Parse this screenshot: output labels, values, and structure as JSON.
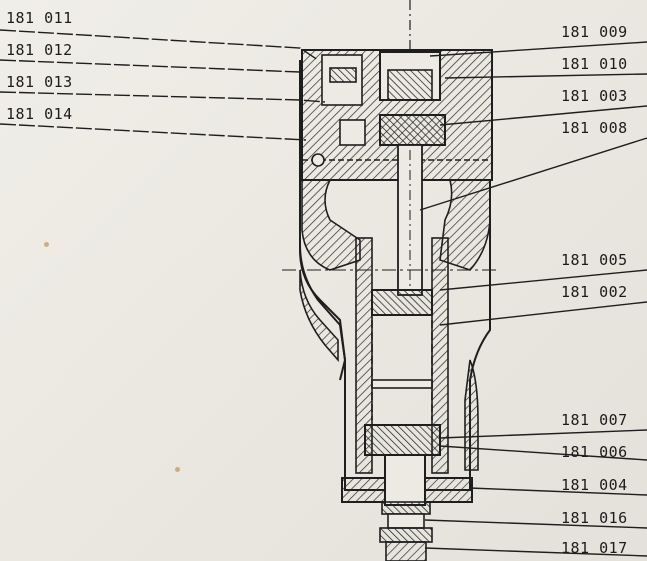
{
  "diagram": {
    "labels_left": [
      {
        "id": "l-011",
        "text": "181 011"
      },
      {
        "id": "l-012",
        "text": "181 012"
      },
      {
        "id": "l-013",
        "text": "181 013"
      },
      {
        "id": "l-014",
        "text": "181 014"
      }
    ],
    "labels_right": [
      {
        "id": "r-009",
        "text": "181 009"
      },
      {
        "id": "r-010",
        "text": "181 010"
      },
      {
        "id": "r-003",
        "text": "181 003"
      },
      {
        "id": "r-008",
        "text": "181 008"
      },
      {
        "id": "r-005",
        "text": "181 005"
      },
      {
        "id": "r-002",
        "text": "181 002"
      },
      {
        "id": "r-007",
        "text": "181 007"
      },
      {
        "id": "r-006",
        "text": "181 006"
      },
      {
        "id": "r-004",
        "text": "181 004"
      },
      {
        "id": "r-016",
        "text": "181 016"
      },
      {
        "id": "r-017",
        "text": "181 017"
      }
    ]
  }
}
